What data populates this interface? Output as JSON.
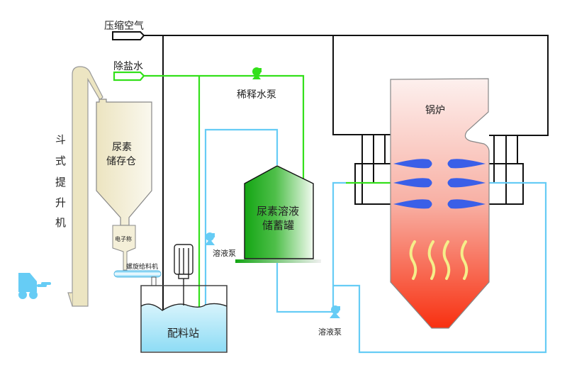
{
  "inputs": {
    "compressed_air": "压缩空气",
    "demin_water": "除盐水"
  },
  "equipment": {
    "bucket_elevator": [
      "斗",
      "式",
      "提",
      "升",
      "机"
    ],
    "urea_silo": [
      "尿素",
      "储存仓"
    ],
    "scale": "电子称",
    "screw_feeder": "螺旋给料机",
    "mixing_station": "配料站",
    "storage_tank": [
      "尿素溶液",
      "储蓄罐"
    ],
    "dilution_pump": "稀释水泵",
    "solution_pump_1": "溶液泵",
    "solution_pump_2": "溶液泵",
    "boiler": "锅炉"
  },
  "colors": {
    "air_line": "#111111",
    "water_line": "#33e01a",
    "solution_line": "#66ccf5",
    "nozzle": "#3a5fe8",
    "flame": "#f5ee8a"
  }
}
